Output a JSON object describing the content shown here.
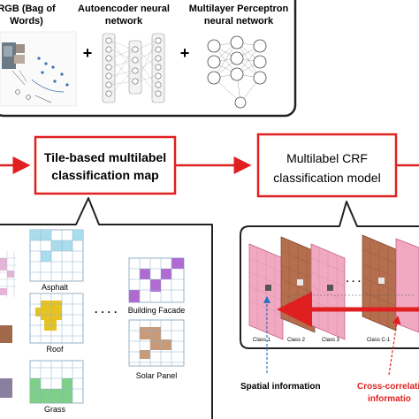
{
  "top_panel": {
    "features": [
      {
        "lines": [
          "RGB (Bag of",
          "Words)"
        ]
      },
      {
        "lines": [
          "Autoencoder neural",
          "network"
        ]
      },
      {
        "lines": [
          "Multilayer Perceptron",
          "neural network"
        ]
      }
    ],
    "plus_sign": "+"
  },
  "flow": {
    "tile_map_lines": [
      "Tile-based multilabel",
      "classification map"
    ],
    "crf_model_lines": [
      "Multilabel CRF",
      "classification model"
    ]
  },
  "tile_map": {
    "labels": [
      "Asphalt",
      "Building Facade",
      "Roof",
      "Solar Panel",
      "Grass"
    ],
    "ellipsis": "· · · ·"
  },
  "crf_panel": {
    "ellipsis": "· · ·",
    "class_labels": [
      "Class 1",
      "Class 2",
      "Class 3",
      "Class C-1"
    ],
    "spatial_label": "Spatial information",
    "cross_label_lines": [
      "Cross-correlatio",
      "informatio"
    ]
  },
  "colors": {
    "accent_red": "#e02020",
    "box_border": "#222222",
    "roof_yellow": "#e8c320",
    "asphalt_purple": "#c9a6e6",
    "facade_purple": "#b06bd0",
    "solar_brown": "#c99a78",
    "grass_green": "#7fce8a",
    "sky_blue": "#a9dcec",
    "layer_pink": "#f1a9c2",
    "layer_brown": "#b56e4e",
    "spatial_blue": "#2f74c2"
  }
}
